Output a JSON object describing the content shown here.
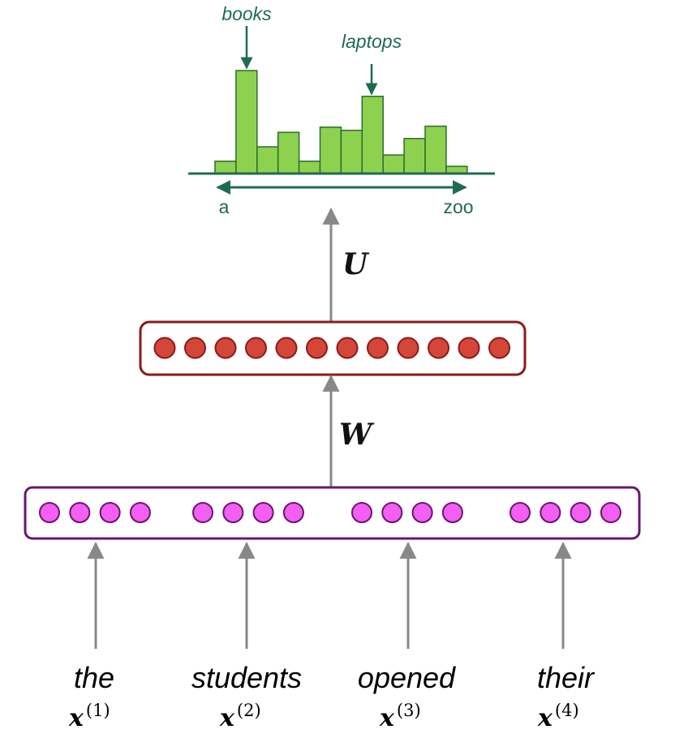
{
  "histogram": {
    "labels": {
      "books": "books",
      "laptops": "laptops",
      "start": "a",
      "end": "zoo"
    },
    "heights": [
      0.12,
      1.0,
      0.26,
      0.4,
      0.12,
      0.45,
      0.42,
      0.75,
      0.18,
      0.34,
      0.46,
      0.07
    ],
    "colors": {
      "fill": "#8dd14f",
      "stroke": "#2b6e2b",
      "text": "#1e6b52"
    }
  },
  "weights": {
    "upper": "U",
    "lower": "W"
  },
  "hidden_layer": {
    "neurons": 12,
    "fill": "#d44638",
    "stroke": "#8b1a1a"
  },
  "input_layer": {
    "groups": 4,
    "neurons_per_group": 4,
    "fill": "#f25ff2",
    "stroke": "#6a1670"
  },
  "inputs": [
    {
      "word": "the",
      "symbol": "x",
      "index": "(1)"
    },
    {
      "word": "students",
      "symbol": "x",
      "index": "(2)"
    },
    {
      "word": "opened",
      "symbol": "x",
      "index": "(3)"
    },
    {
      "word": "their",
      "symbol": "x",
      "index": "(4)"
    }
  ]
}
